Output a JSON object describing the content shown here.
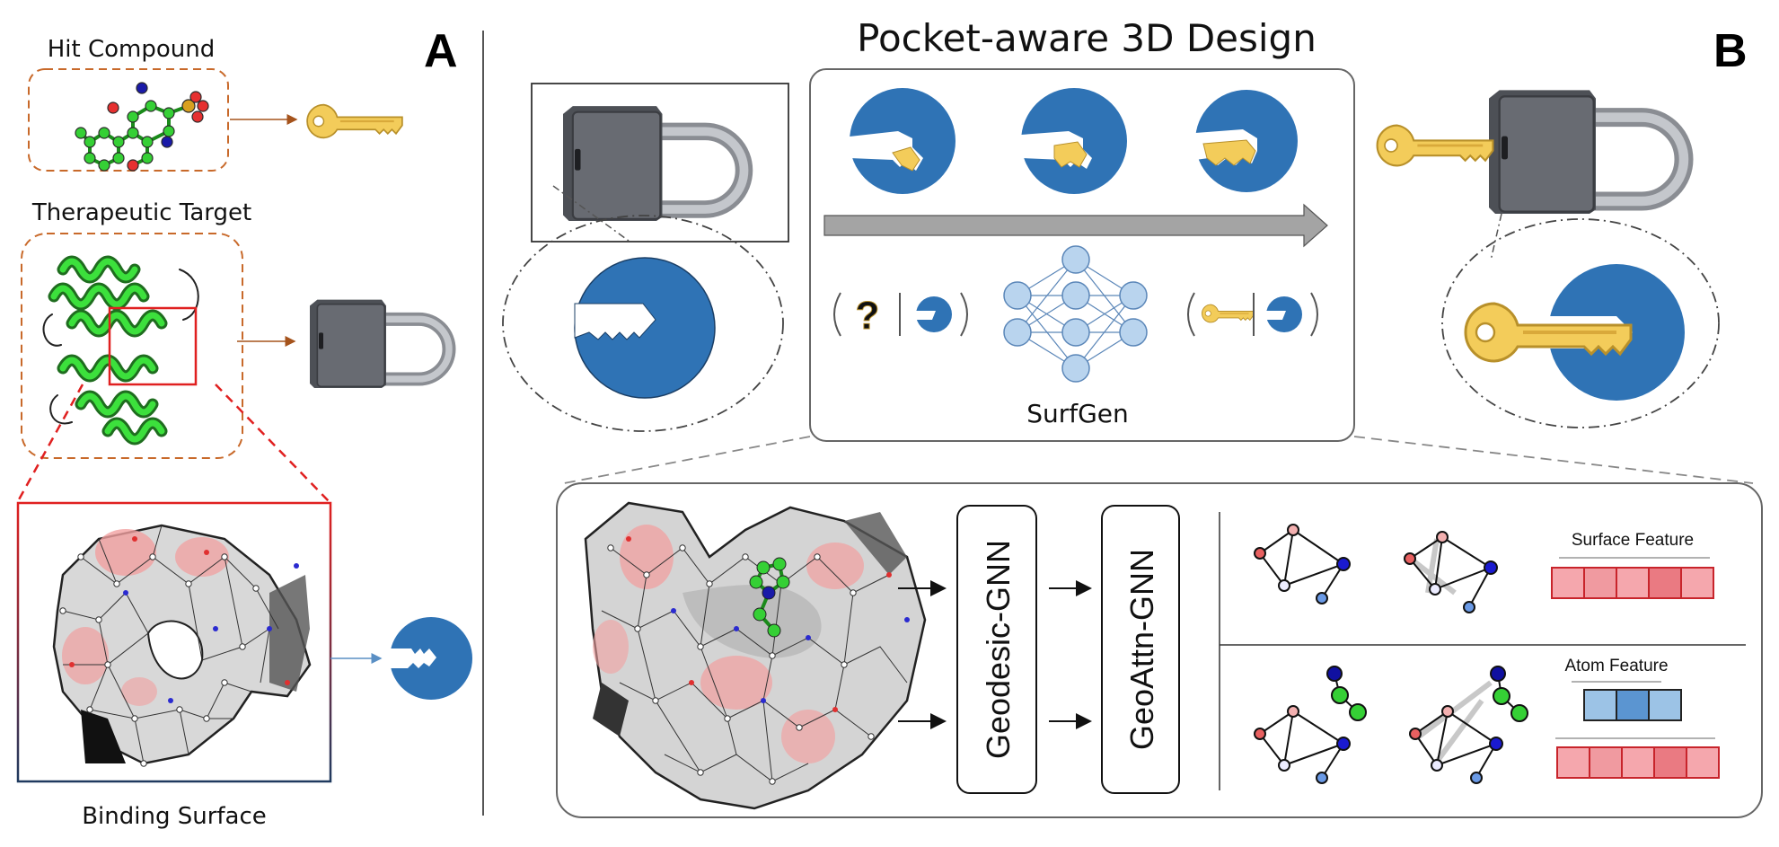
{
  "panel_a": {
    "letter": "A",
    "hit_compound_label": "Hit Compound",
    "therapeutic_target_label": "Therapeutic Target",
    "binding_surface_label": "Binding Surface"
  },
  "panel_b": {
    "letter": "B",
    "title": "Pocket-aware 3D Design",
    "model_label": "SurfGen",
    "question_mark": "?",
    "gnn_1": "Geodesic-GNN",
    "gnn_2": "GeoAttn-GNN",
    "surface_feature_label": "Surface Feature",
    "atom_feature_label": "Atom Feature"
  },
  "icons": [
    "key-icon",
    "padlock-icon",
    "pocket-icon",
    "molecule-icon",
    "protein-icon",
    "surface-mesh-icon",
    "neural-network-icon"
  ],
  "colors": {
    "pocket_blue": "#2f73b5",
    "key_gold": "#f3cc5a",
    "dashed_orange": "#c8692a",
    "highlight_red": "#e03a3a",
    "atom_green": "#3bd43b",
    "feature_red": "#f2a2a8",
    "feature_blue": "#9cc3e6"
  }
}
